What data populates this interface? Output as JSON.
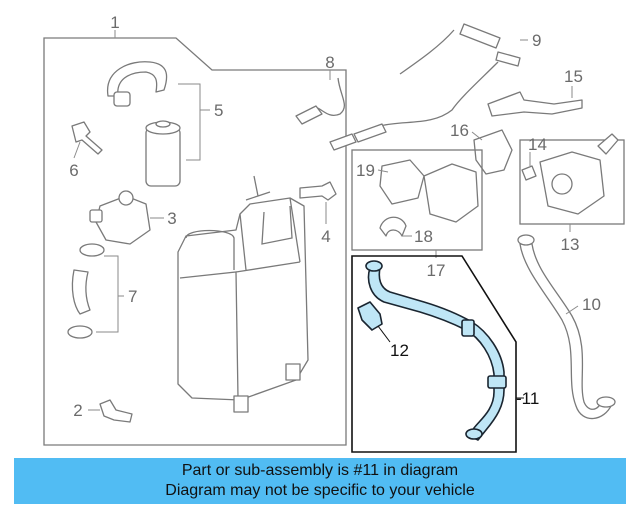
{
  "callouts": {
    "c1": "1",
    "c2": "2",
    "c3": "3",
    "c4": "4",
    "c5": "5",
    "c6": "6",
    "c7": "7",
    "c8": "8",
    "c9": "9",
    "c10": "10",
    "c11": "-11",
    "c12": "12",
    "c13": "13",
    "c14": "14",
    "c15": "15",
    "c16": "16",
    "c17": "17",
    "c18": "18",
    "c19": "19"
  },
  "banner": {
    "line1": "Part or sub-assembly is #11 in diagram",
    "line2": "Diagram may not be specific to your vehicle"
  },
  "colors": {
    "highlight_fill": "#bfe6f6",
    "banner_bg": "#51bcf3",
    "outline": "#7a7a7a"
  }
}
